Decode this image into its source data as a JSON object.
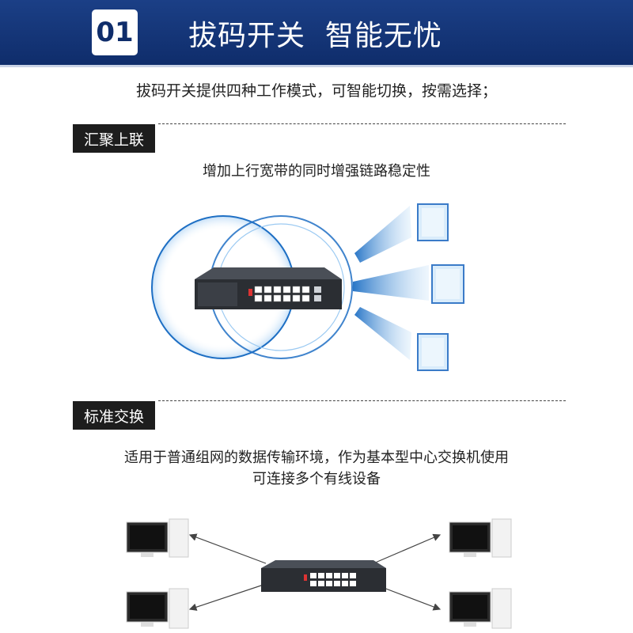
{
  "header": {
    "number": "01",
    "title": "拔码开关  智能无忧"
  },
  "intro": "拔码开关提供四种工作模式，可智能切换，按需选择；",
  "sections": [
    {
      "tag": "汇聚上联",
      "description": "增加上行宽带的同时增强链路稳定性"
    },
    {
      "tag": "标准交换",
      "description_line1": "适用于普通组网的数据传输环境，作为基本型中心交换机使用",
      "description_line2": "可连接多个有线设备"
    }
  ],
  "colors": {
    "banner": "#0f2d6b",
    "tag_bg": "#1d1d1d",
    "ring": "#1e6fc4",
    "beam": "#3b8ee0"
  },
  "icons": {
    "switch": "network-switch-icon",
    "monitor": "monitor-icon",
    "computer": "desktop-computer-icon"
  }
}
